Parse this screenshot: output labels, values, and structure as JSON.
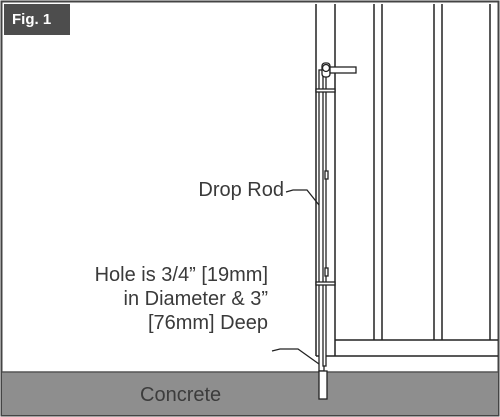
{
  "figure": {
    "badge": "Fig. 1",
    "labels": {
      "drop_rod": "Drop Rod",
      "hole_line1": "Hole is 3/4” [19mm]",
      "hole_line2": "in Diameter & 3”",
      "hole_line3": "[76mm] Deep",
      "concrete": "Concrete"
    }
  }
}
